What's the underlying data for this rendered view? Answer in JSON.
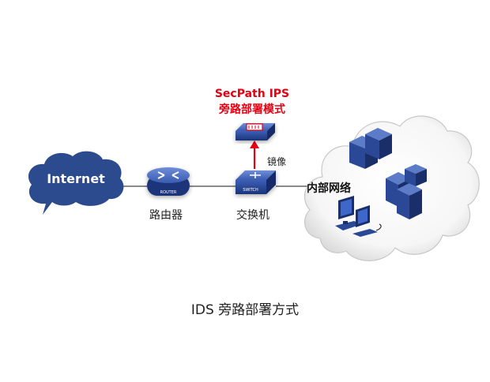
{
  "diagram": {
    "internet_label": "Internet",
    "router_label": "路由器",
    "router_badge": "ROUTER",
    "switch_label": "交换机",
    "switch_badge": "SWITCH",
    "mirror_label": "镜像",
    "ips": {
      "title_line1": "SecPath IPS",
      "title_line2": "旁路部署模式"
    },
    "lan_label": "内部网络",
    "caption": "IDS 旁路部署方式"
  },
  "colors": {
    "accent_red": "#e60012",
    "device_blue": "#1f3f8f",
    "internet_cloud": "#2c4a8e",
    "lan_cloud_fill": "#ffffff",
    "link_line": "#444444"
  },
  "icons": {
    "internet": "cloud-icon",
    "router": "router-icon",
    "switch": "switch-icon",
    "ips": "ips-device-icon",
    "servers": "server-rack-icon",
    "workstations": "workstation-icon"
  }
}
